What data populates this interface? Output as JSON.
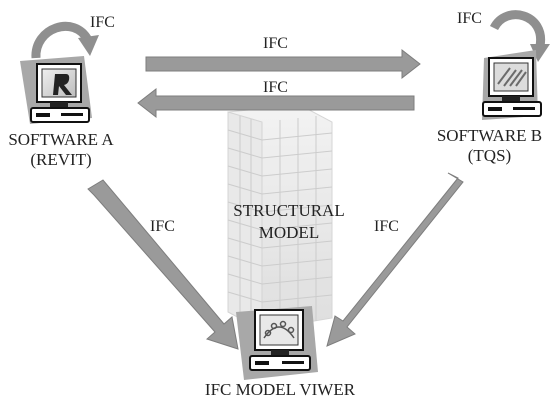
{
  "diagram": {
    "nodes": {
      "software_a": {
        "line1": "SOFTWARE A",
        "line2": "(REVIT)",
        "loop_label": "IFC"
      },
      "software_b": {
        "line1": "SOFTWARE B",
        "line2": "(TQS)",
        "loop_label": "IFC"
      },
      "viewer": {
        "line1": "IFC MODEL VIWER"
      }
    },
    "center": {
      "line1": "STRUCTURAL",
      "line2": "MODEL"
    },
    "arrows": {
      "a_to_b": "IFC",
      "b_to_a": "IFC",
      "a_to_viewer": "IFC",
      "b_to_viewer": "IFC"
    },
    "colors": {
      "arrow_fill": "#9a9a9a",
      "arrow_stroke": "#7a7a7a",
      "text": "#222222"
    }
  }
}
